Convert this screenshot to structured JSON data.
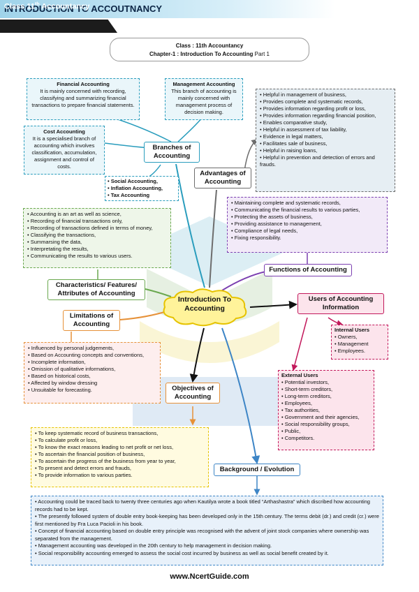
{
  "header": {
    "title": "INTRODUCTION TO ACCOUTNANCY",
    "class_prefix": "Class 11",
    "class_sup": "th",
    "class_suffix": " Accountancy"
  },
  "chapter": {
    "line1": "Class : 11th Accountancy",
    "line2": "Chapter-1 : Introduction To Accounting",
    "part": " Part 1"
  },
  "center": {
    "line1": "Introduction To",
    "line2": "Accounting"
  },
  "branches": {
    "label_line1": "Branches of",
    "label_line2": "Accounting",
    "financial": {
      "title": "Financial Accounting",
      "text": "It is mainly concerned with recording, classifying and summarizing financial transactions to prepare financial statements."
    },
    "management": {
      "title": "Management Accounting",
      "text": "This branch of accounting is mainly concerned with management process of decision making."
    },
    "cost": {
      "title": "Cost Accounting",
      "text": "It is a specialised branch of accounting which involves classification, accumulation, assignment and control of costs."
    },
    "others": [
      "Social Accounting,",
      "Inflation Accounting,",
      "Tax Accounting"
    ]
  },
  "advantages": {
    "label_line1": "Advantages of",
    "label_line2": "Accounting",
    "items": [
      "Helpful in management of business,",
      "Provides complete and systematic records,",
      "Provides information regarding profit or loss,",
      "Provides information regarding financial position,",
      "Enables comparative study,",
      "Helpful in assessment of tax liability,",
      "Evidence in legal matters,",
      "Facilitates sale of business,",
      "Helpful in raising loans,",
      "Helpful in prevention and detection of errors and frauds."
    ]
  },
  "characteristics": {
    "label_line1": "Characteristics/ Features/",
    "label_line2": "Attributes of Accounting",
    "items": [
      "Accounting is an art as well as science,",
      "Recording of financial transactions only,",
      "Recording of transactions defined in terms of money,",
      "Classifying the transactions,",
      "Summarsing the data,",
      "Interpretating the results,",
      "Communicating the results to various  users."
    ]
  },
  "functions": {
    "label": "Functions of Accounting",
    "items": [
      "Maintaining complete and systematic records,",
      "Communicating the financial results to various parties,",
      "Protecting the assets of business,",
      "Providing assistance to management,",
      "Compliance of legal needs,",
      "Fixing responsibility."
    ]
  },
  "limitations": {
    "label_line1": "Limitations of",
    "label_line2": "Accounting",
    "items": [
      "Influenced by personal judgements,",
      "Based on Accounting concepts and conventions,",
      "Incomplete information,",
      "Omission of qualitative informations,",
      "Based on historical costs,",
      "Affected by window dressing",
      "Unsuitable for forecasting."
    ]
  },
  "users": {
    "label_line1": "Users of Accounting",
    "label_line2": "Information",
    "internal_title": "Internal Users",
    "internal": [
      "Owners,",
      "Management",
      "Employees."
    ],
    "external_title": "External Users",
    "external": [
      "Potential investors,",
      "Short-term creditors,",
      "Long-term creditors,",
      "Employees,",
      "Tax authorities,",
      "Government and their agencies,",
      "Social responsibility groups,",
      "Public,",
      "Competitors."
    ]
  },
  "objectives": {
    "label_line1": "Objectives of",
    "label_line2": "Accounting",
    "items": [
      "To keep systematic record of business transactions,",
      "To calculate profit or loss,",
      "To know the exact reasons leading to net profit  or net loss,",
      "To ascertain the financial position of business,",
      "To ascertain the progress of the business from  year to year,",
      "To present and detect errors and frauds,",
      "To provide information to various parties."
    ]
  },
  "background": {
    "label": "Background / Evolution",
    "items": [
      "Accounting could be traced back to twenty three centuries ago when Kautilya wrote a book titled “Arthashastra” which discribed how accounting records had to be kept.",
      "The presently followed system of double entry book-keeping has been developed only in the 15th century. The terms debit (dr.) and credit (cr.) were first mentioned by Fra Luca Pacioli in his book.",
      "Concept of financial accounting based on double entry principle was recognised with the advent of joint stock companies where ownership was separated from the management.",
      "Management accounting was developed in the 20th century to help management in decision making.",
      "Social responsibility accounting emerged to assess the social cost incurred by business as well as social benefit created by it."
    ]
  },
  "footer": "www.NcertGuide.com",
  "colors": {
    "teal": "#2a9dbd",
    "gray": "#6d6d6d",
    "purple": "#7b3fb0",
    "green": "#6aa84f",
    "orange": "#e69138",
    "magenta": "#c2185b",
    "blue": "#3d85c6",
    "yellow": "#e6c300"
  }
}
